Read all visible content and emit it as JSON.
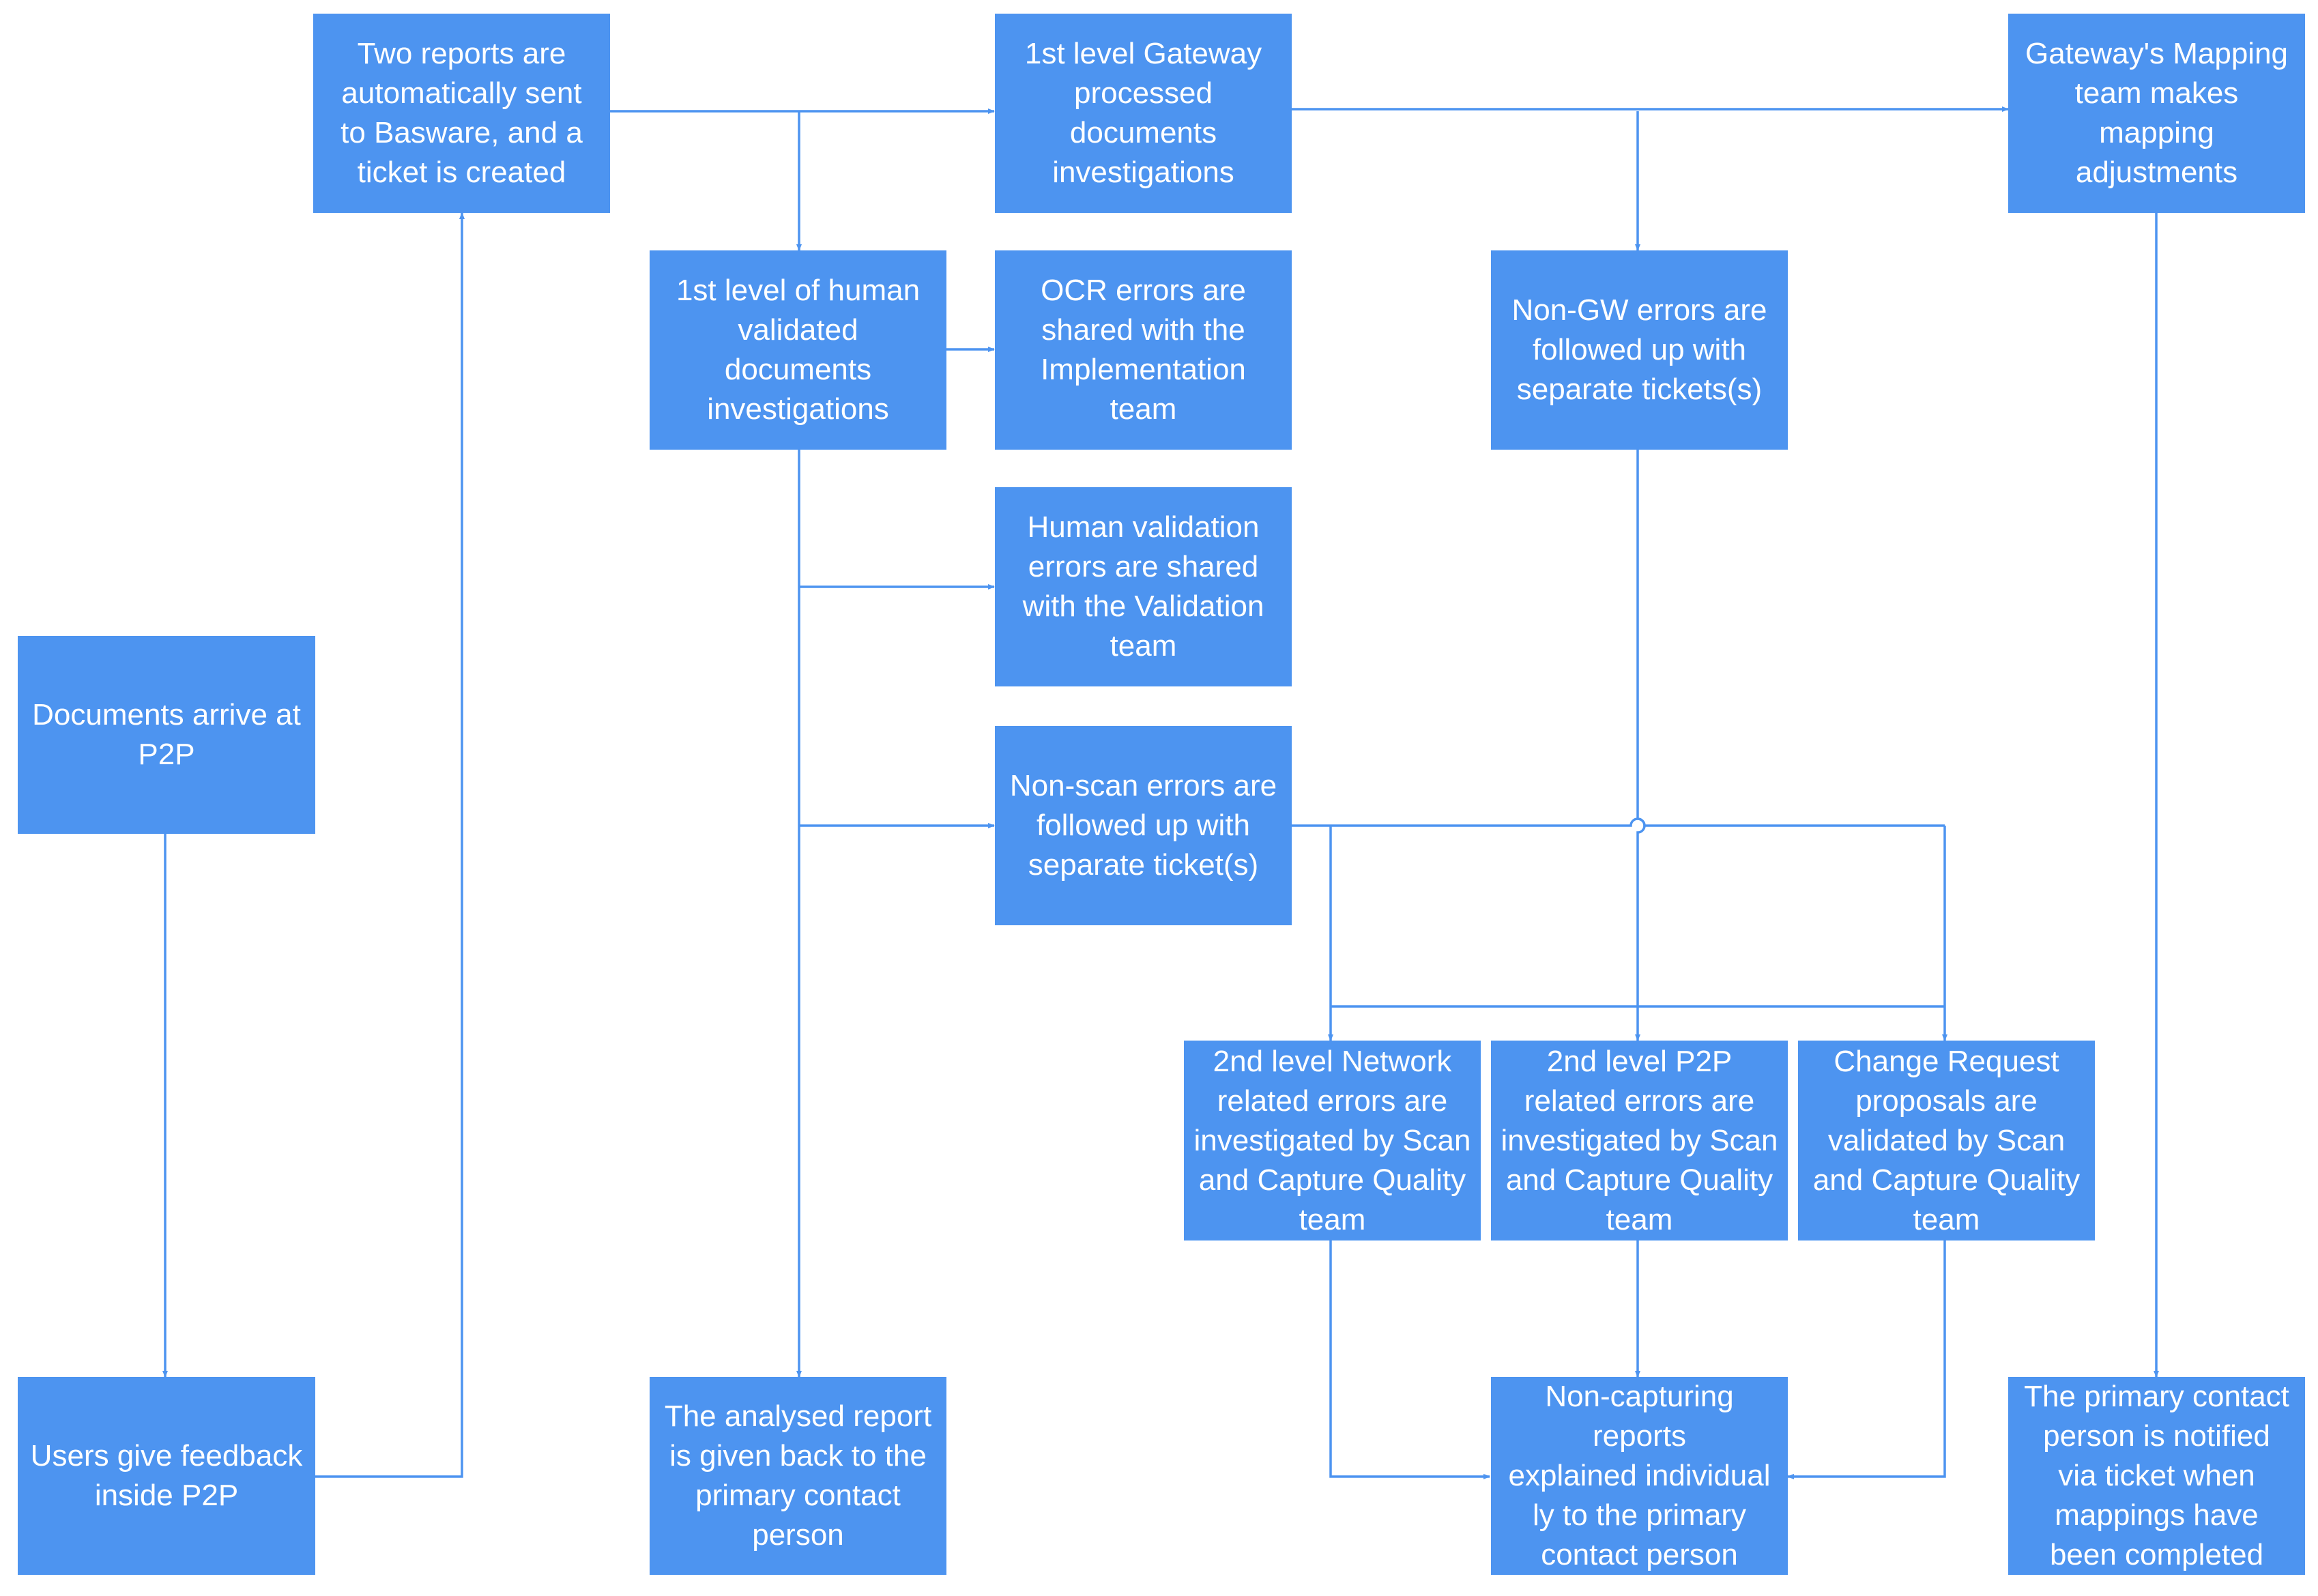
{
  "nodes": {
    "docs_arrive": "Documents arrive at\nP2P",
    "users_feedback": "Users give feedback\ninside P2P",
    "two_reports": "Two reports are\nautomatically sent\nto Basware, and a\nticket is created",
    "human_level1": "1st level of human\nvalidated\ndocuments\ninvestigations",
    "analysed_report": "The analysed report\nis given back to the\nprimary contact\nperson",
    "gateway_level1": "1st level Gateway\nprocessed\ndocuments\ninvestigations",
    "ocr_errors": "OCR errors are\nshared with the\nImplementation\nteam",
    "human_val_errors": "Human validation\nerrors are shared\nwith the Validation\nteam",
    "non_scan_errors": "Non-scan errors are\nfollowed up with\nseparate ticket(s)",
    "non_gw_errors": "Non-GW errors are\nfollowed up with\nseparate tickets(s)",
    "level2_network": "2nd level Network\nrelated errors are\ninvestigated by Scan\nand Capture Quality\nteam",
    "level2_p2p": "2nd level P2P\nrelated errors are\ninvestigated by Scan\nand Capture Quality\nteam",
    "change_request": "Change Request\nproposals are\nvalidated by Scan\nand Capture Quality\nteam",
    "non_capturing": "Non-capturing\nreports\nexplained individual\nly to the primary\ncontact person",
    "gw_mapping": "Gateway's Mapping\nteam makes\nmapping\nadjustments",
    "primary_notified": "The primary contact\nperson is notified\nvia ticket when\nmappings have\nbeen completed"
  },
  "colors": {
    "box_fill": "#4d94f0",
    "connector": "#4d94f0",
    "text": "#ffffff"
  }
}
